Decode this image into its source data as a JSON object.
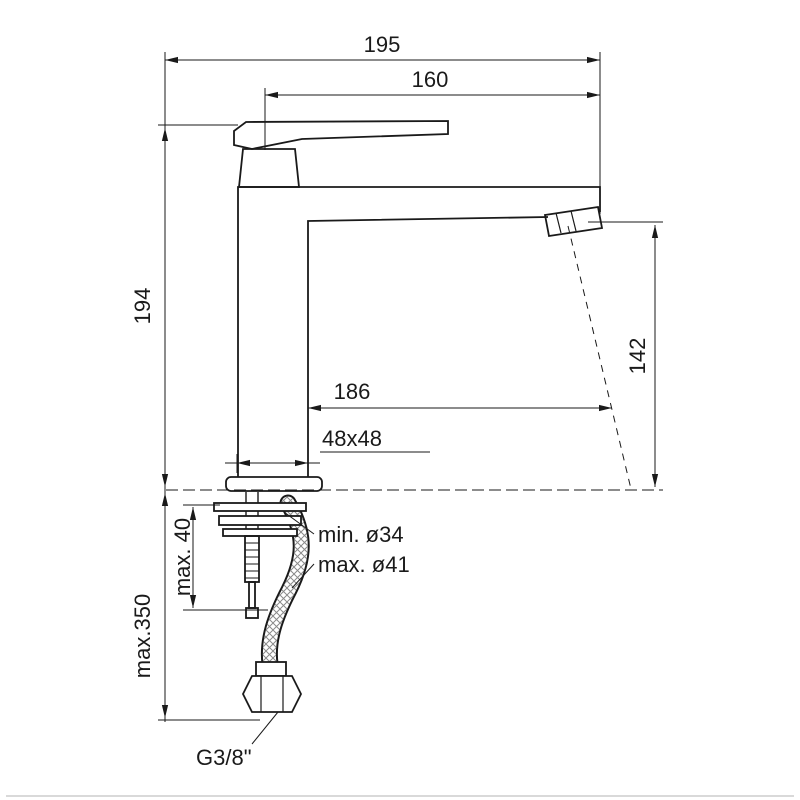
{
  "page": {
    "background": "#ffffff",
    "bottom_border_color": "#d9d9d9"
  },
  "drawing": {
    "line_color": "#1a1a1a",
    "labels": {
      "total_width": "195",
      "handle_to_spout": "160",
      "body_height": "194",
      "spout_to_deck": "142",
      "spout_reach": "186",
      "base_section": "48x48",
      "hole_min": "min. ø34",
      "hole_max": "max. ø41",
      "deck_thickness": "max. 40",
      "under_deck_length": "max.350",
      "thread_size": "G3/8\""
    }
  }
}
